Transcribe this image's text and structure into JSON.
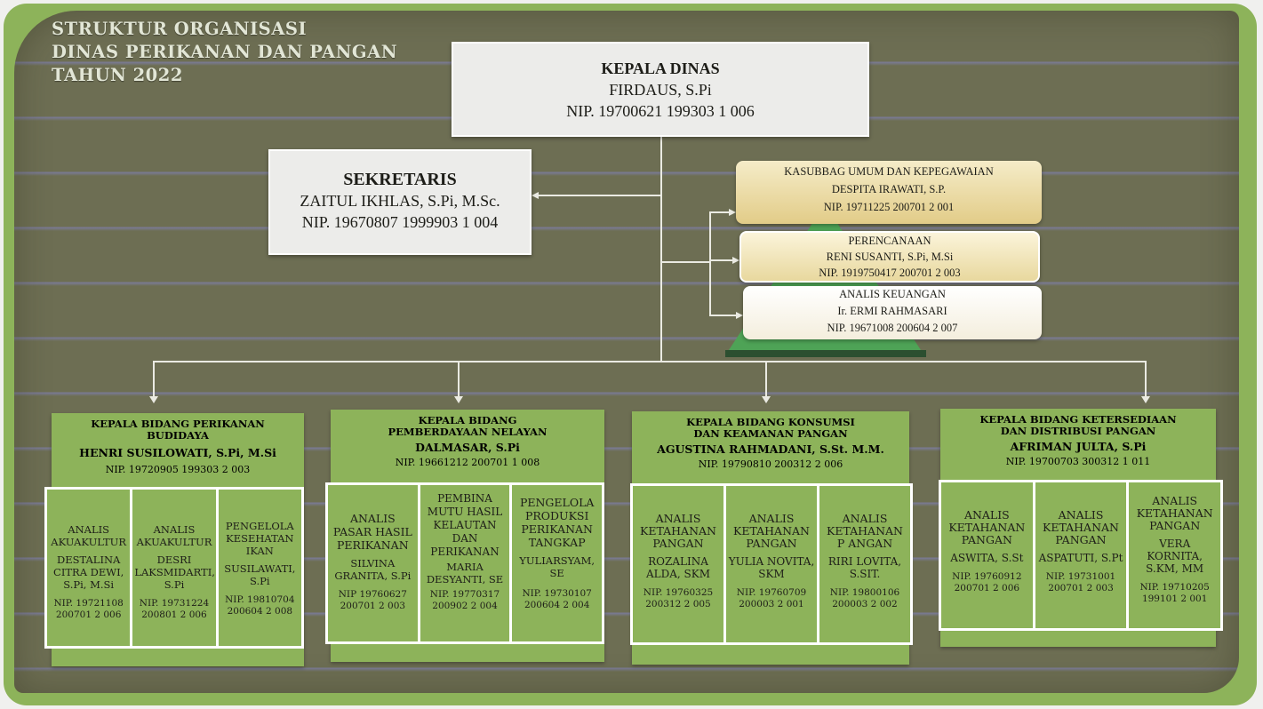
{
  "title_lines": [
    "STRUKTUR ORGANISASI",
    "DINAS PERIKANAN DAN PANGAN",
    "TAHUN 2022"
  ],
  "kepala": {
    "title": "KEPALA DINAS",
    "name": "FIRDAUS, S.Pi",
    "nip": "NIP. 19700621 199303 1 006"
  },
  "sekretaris": {
    "title": "SEKRETARIS",
    "name": "ZAITUL IKHLAS, S.Pi, M.Sc.",
    "nip": "NIP. 19670807 1999903 1 004"
  },
  "staff": [
    {
      "title": "KASUBBAG UMUM DAN KEPEGAWAIAN",
      "name": "DESPITA IRAWATI, S.P.",
      "nip": "NIP. 19711225 200701 2 001"
    },
    {
      "title": "PERENCANAAN",
      "name": "RENI SUSANTI, S.Pi, M.Si",
      "nip": "NIP. 1919750417 200701 2 003"
    },
    {
      "title": "ANALIS KEUANGAN",
      "name": "Ir. ERMI RAHMASARI",
      "nip": "NIP. 19671008 200604 2 007"
    }
  ],
  "departments": [
    {
      "title": "KEPALA BIDANG PERIKANAN BUDIDAYA",
      "name": "HENRI SUSILOWATI, S.Pi, M.Si",
      "nip": "NIP. 19720905 199303 2 003",
      "subs": [
        {
          "title": "ANALIS AKUAKULTUR",
          "name": "DESTALINA CITRA DEWI, S.Pi, M.Si",
          "nip": "NIP. 19721108 200701 2 006"
        },
        {
          "title": "ANALIS AKUAKULTUR",
          "name": "DESRI LAKSMIDARTI, S.Pi",
          "nip": "NIP. 19731224 200801 2 006"
        },
        {
          "title": "PENGELOLA KESEHATAN IKAN",
          "name": "SUSILAWATI, S.Pi",
          "nip": "NIP. 19810704 200604 2 008"
        }
      ]
    },
    {
      "title": "KEPALA BIDANG PEMBERDAYAAN NELAYAN",
      "name": "DALMASAR, S.Pi",
      "nip": "NIP. 19661212 200701 1 008",
      "subs": [
        {
          "title": "ANALIS PASAR HASIL PERIKANAN",
          "name": "SILVINA GRANITA, S.Pi",
          "nip": "NIP 19760627 200701 2 003"
        },
        {
          "title": "PEMBINA MUTU HASIL KELAUTAN DAN PERIKANAN",
          "name": "MARIA DESYANTI, SE",
          "nip": "NIP. 19770317 200902 2 004"
        },
        {
          "title": "PENGELOLA PRODUKSI PERIKANAN TANGKAP",
          "name": "YULIARSYAM, SE",
          "nip": "NIP. 19730107 200604 2 004"
        }
      ]
    },
    {
      "title": "KEPALA BIDANG KONSUMSI DAN KEAMANAN PANGAN",
      "name": "AGUSTINA RAHMADANI, S.St. M.M.",
      "nip": "NIP. 19790810 200312 2 006",
      "subs": [
        {
          "title": "ANALIS KETAHANAN PANGAN",
          "name": "ROZALINA ALDA, SKM",
          "nip": "NIP. 19760325 200312 2 005"
        },
        {
          "title": "ANALIS KETAHANAN PANGAN",
          "name": "YULIA NOVITA, SKM",
          "nip": "NIP. 19760709 200003 2 001"
        },
        {
          "title": "ANALIS KETAHANAN P ANGAN",
          "name": "RIRI LOVITA, S.SIT.",
          "nip": "NIP. 19800106 200003 2 002"
        }
      ]
    },
    {
      "title": "KEPALA BIDANG KETERSEDIAAN DAN DISTRIBUSI PANGAN",
      "name": "AFRIMAN JULTA, S.Pi",
      "nip": "NIP. 19700703 300312 1 011",
      "subs": [
        {
          "title": "ANALIS KETAHANAN PANGAN",
          "name": "ASWITA, S.St",
          "nip": "NIP. 19760912 200701 2 006"
        },
        {
          "title": "ANALIS KETAHANAN PANGAN",
          "name": "ASPATUTI, S.Pt",
          "nip": "NIP. 19731001 200701 2 003"
        },
        {
          "title": "ANALIS KETAHANAN PANGAN",
          "name": "VERA KORNITA, S.KM, MM",
          "nip": "NIP. 19710205 199101 2 001"
        }
      ]
    }
  ]
}
